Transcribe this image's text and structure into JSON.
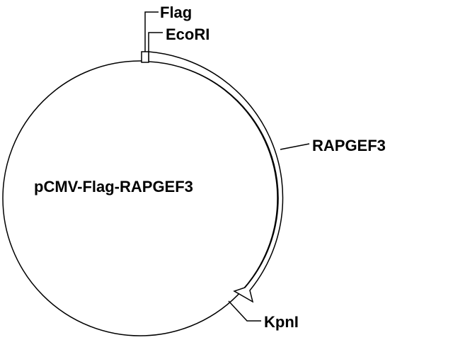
{
  "plasmid": {
    "name": "pCMV-Flag-RAPGEF3"
  },
  "features": {
    "flag": "Flag",
    "ecori": "EcoRI",
    "insert": "RAPGEF3",
    "kpni": "KpnI"
  },
  "colors": {
    "stroke": "#000000",
    "background": "#ffffff"
  }
}
